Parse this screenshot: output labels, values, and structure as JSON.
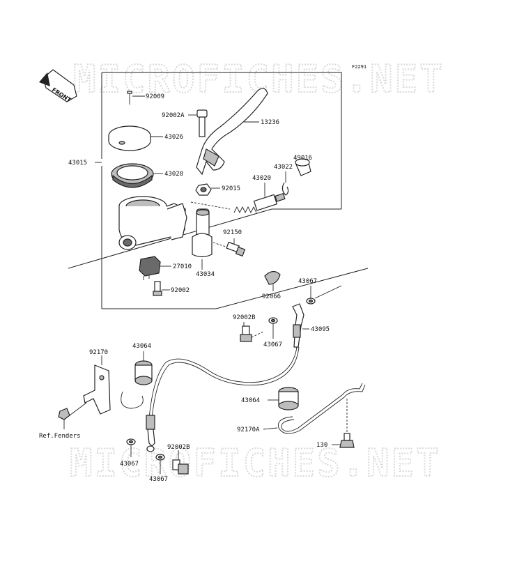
{
  "diagram": {
    "code": "F2291",
    "front_label": "FRONT",
    "watermark": "MICROFICHES.NET",
    "colors": {
      "line": "#222222",
      "shade": "#bdbdbd",
      "watermark": "#d9d9d9"
    },
    "parts": {
      "p92009": "92009",
      "p92002A": "92002A",
      "p13236": "13236",
      "p43026": "43026",
      "p43015": "43015",
      "p43028": "43028",
      "p43020": "43020",
      "p43022": "43022",
      "p49016": "49016",
      "p92015": "92015",
      "p92150": "92150",
      "p27010": "27010",
      "p43034": "43034",
      "p92002": "92002",
      "p92066": "92066",
      "p43067a": "43067",
      "p92002B": "92002B",
      "p43095": "43095",
      "p43067b": "43067",
      "p92170": "92170",
      "p43064a": "43064",
      "ref_fenders": "Ref.Fenders",
      "p43064b": "43064",
      "p92170A": "92170A",
      "p130": "130",
      "p43067c": "43067",
      "p92002B2": "92002B",
      "p43067d": "43067"
    }
  }
}
